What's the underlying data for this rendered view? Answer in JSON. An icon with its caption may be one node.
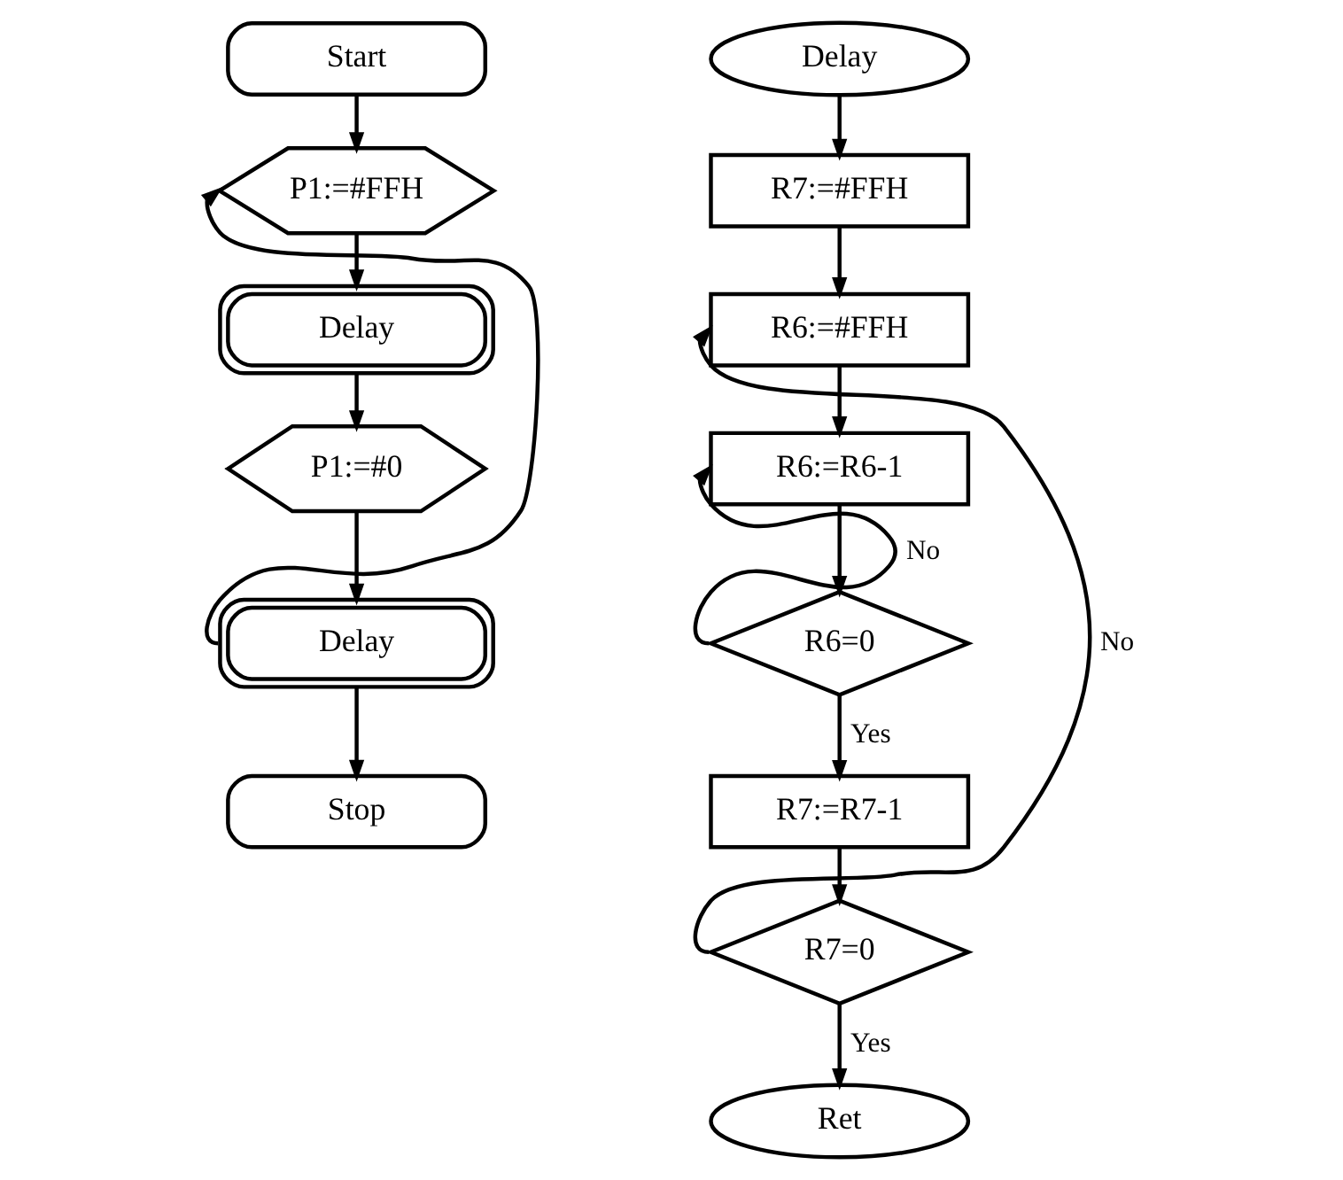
{
  "diagram": {
    "nodes": [
      {
        "text": [
          "Start"
        ]
      },
      {
        "text": [
          "P1:=#FFH"
        ]
      },
      {
        "text": [
          "Delay"
        ]
      },
      {
        "text": [
          "P1:=#0"
        ]
      },
      {
        "text": [
          "Delay"
        ]
      },
      {
        "text": [
          "Stop"
        ]
      },
      {
        "text": [
          "Delay"
        ]
      },
      {
        "text": [
          "R7:=#FFH"
        ]
      },
      {
        "text": [
          "R6:=#FFH"
        ]
      },
      {
        "text": [
          "R6:=R6-1"
        ]
      },
      {
        "text": [
          "R6=0"
        ]
      },
      {
        "text": [
          "R7:=R7-1"
        ]
      },
      {
        "text": [
          "R7=0"
        ]
      },
      {
        "text": [
          "Ret"
        ]
      }
    ],
    "edges": [
      {
        "from": 0,
        "to": 1,
        "arrow": "to"
      },
      {
        "from": 1,
        "to": 2,
        "arrow": "to"
      },
      {
        "from": 2,
        "to": 3,
        "arrow": "to"
      },
      {
        "from": 3,
        "to": 4,
        "arrow": "to"
      },
      {
        "from": 4,
        "to": 5,
        "arrow": "to"
      },
      {
        "from": 4,
        "to": 1,
        "arrow": "to"
      },
      {
        "from": 6,
        "to": 7,
        "arrow": "to"
      },
      {
        "from": 7,
        "to": 8,
        "arrow": "to"
      },
      {
        "from": 8,
        "to": 9,
        "arrow": "to"
      },
      {
        "from": 9,
        "to": 10,
        "arrow": "to"
      },
      {
        "from": 10,
        "to": 9,
        "label": "No",
        "arrow": "to"
      },
      {
        "from": 10,
        "to": 11,
        "label": "Yes",
        "arrow": "to"
      },
      {
        "from": 11,
        "to": 12,
        "arrow": "to"
      },
      {
        "from": 12,
        "to": 8,
        "label": "No",
        "arrow": "to"
      },
      {
        "from": 12,
        "to": 13,
        "label": "Yes",
        "arrow": "to"
      }
    ]
  }
}
